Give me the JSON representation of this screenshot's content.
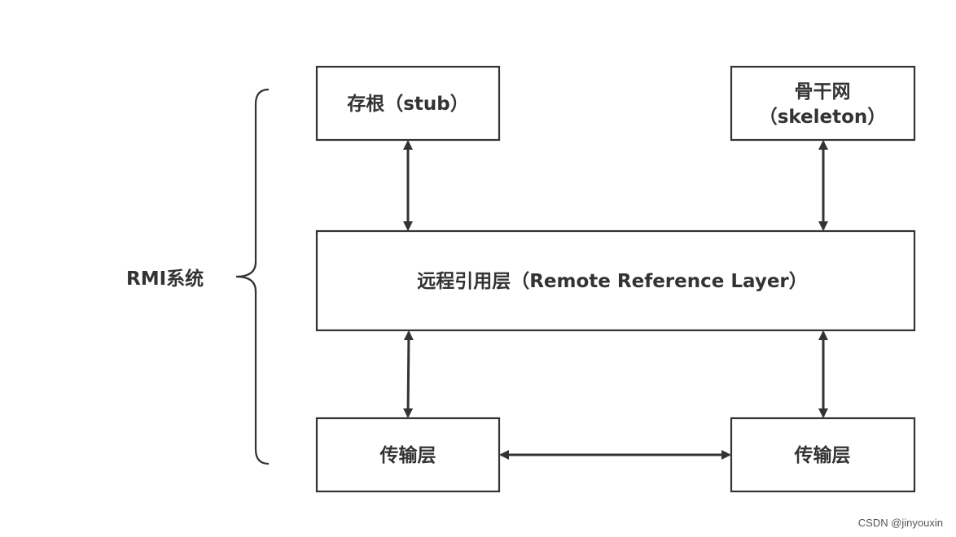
{
  "system_label": "RMI系统",
  "boxes": {
    "stub": {
      "line1": "存根（stub）"
    },
    "skeleton": {
      "line1": "骨干网",
      "line2": "（skeleton）"
    },
    "remote_reference_layer": {
      "line1": "远程引用层（Remote Reference Layer）"
    },
    "transport_left": {
      "line1": "传输层"
    },
    "transport_right": {
      "line1": "传输层"
    }
  },
  "watermark": "CSDN @jinyouxin",
  "colors": {
    "stroke": "#333333",
    "text": "#333333",
    "background": "#ffffff"
  }
}
